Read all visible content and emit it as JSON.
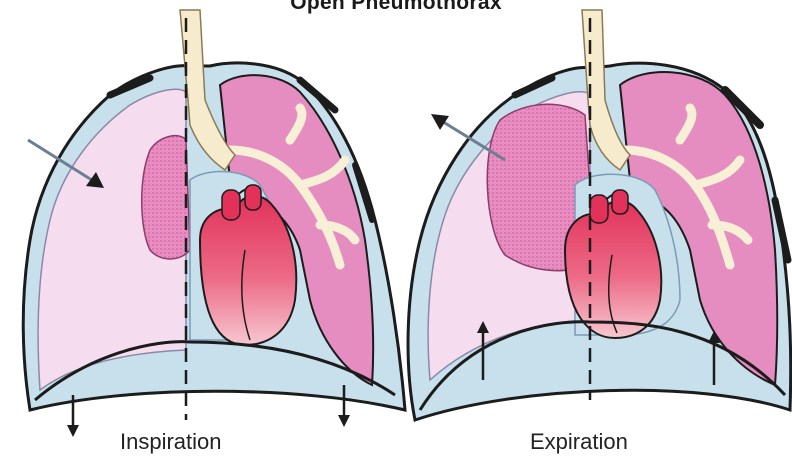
{
  "figure": {
    "title": "Open Pneumothorax"
  },
  "panels": [
    {
      "caption": "Inspiration"
    },
    {
      "caption": "Expiration"
    }
  ],
  "colors": {
    "chest_wall_outline": "#1c1c1c",
    "pleural_space": "#c7e0ec",
    "collapsed_lung": "#e9a2cb",
    "expanded_lung": "#e58cc0",
    "pneumothorax_air": "#f5dcef",
    "airway": "#f6ebcc",
    "heart_top": "#e2325a",
    "heart_bottom": "#f7c7d0",
    "arrow_fill": "#c8dcea"
  }
}
